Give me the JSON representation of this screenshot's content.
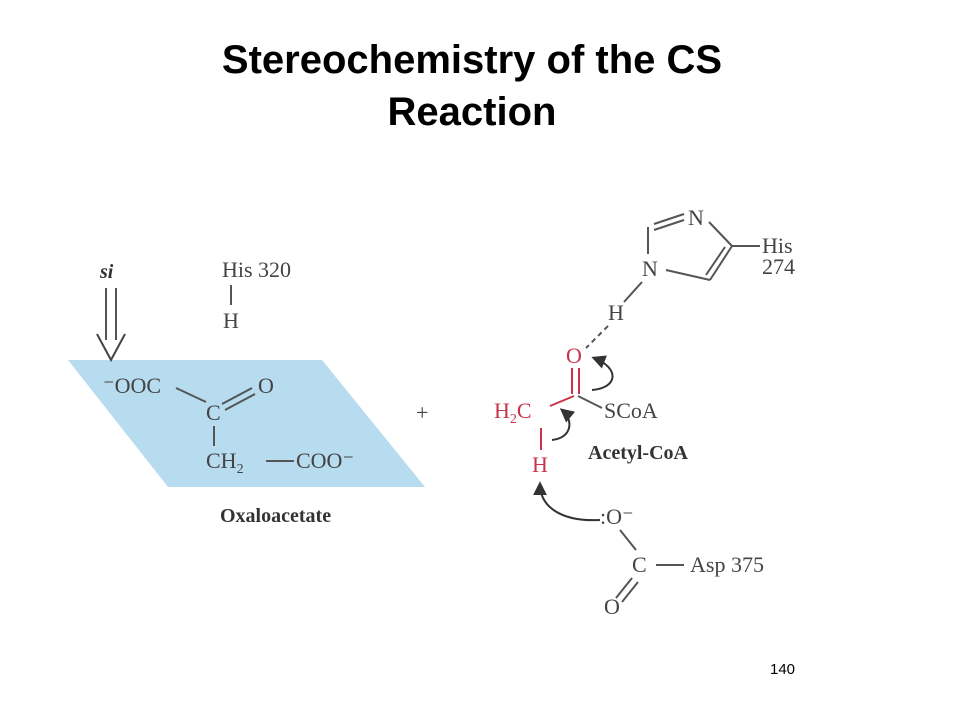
{
  "title": {
    "line1": "Stereochemistry of the CS",
    "line2": "Reaction"
  },
  "oxaloacetate": {
    "face_label": "si",
    "his_label": "His 320",
    "his_h": "H",
    "ooc": "⁻OOC",
    "carbonyl_c": "C",
    "carbonyl_o": "O",
    "ch2": "CH",
    "ch2_sub": "2",
    "coo": "COO⁻",
    "name": "Oxaloacetate"
  },
  "plus": "+",
  "acetyl_coa": {
    "imidazole_n_top": "N",
    "imidazole_n_bottom": "N",
    "his_label_line1": "His",
    "his_label_line2": "274",
    "his_h": "H",
    "carbonyl_o": "O",
    "h2c": "H",
    "h2c_sub": "2",
    "h2c_c": "C",
    "alpha_h": "H",
    "scoa": "SCoA",
    "name": "Acetyl-CoA"
  },
  "asp": {
    "o_minus": ":O⁻",
    "c": "C",
    "label": "Asp 375",
    "o": "O"
  },
  "page_number": "140",
  "colors": {
    "plane": "#b7dcf0",
    "highlight": "#c8334a",
    "ink": "#444444"
  }
}
